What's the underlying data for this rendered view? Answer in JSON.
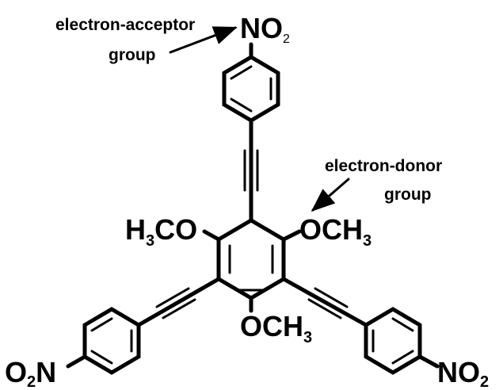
{
  "annotations": {
    "acceptor_line1": "electron-acceptor",
    "acceptor_line2": "group",
    "donor_line1": "electron-donor",
    "donor_line2": "group"
  },
  "labels": {
    "top_nitro": {
      "main": "NO",
      "sub": "2"
    },
    "left_nitro": {
      "pre": "O",
      "sub": "2",
      "post": "N"
    },
    "right_nitro": {
      "main": "NO",
      "sub": "2"
    },
    "left_methoxy": {
      "pre": "H",
      "sub": "3",
      "post": "CO"
    },
    "right_methoxy": {
      "main": "OCH",
      "sub": "3"
    },
    "bottom_methoxy": {
      "main": "OCH",
      "sub": "3"
    }
  }
}
